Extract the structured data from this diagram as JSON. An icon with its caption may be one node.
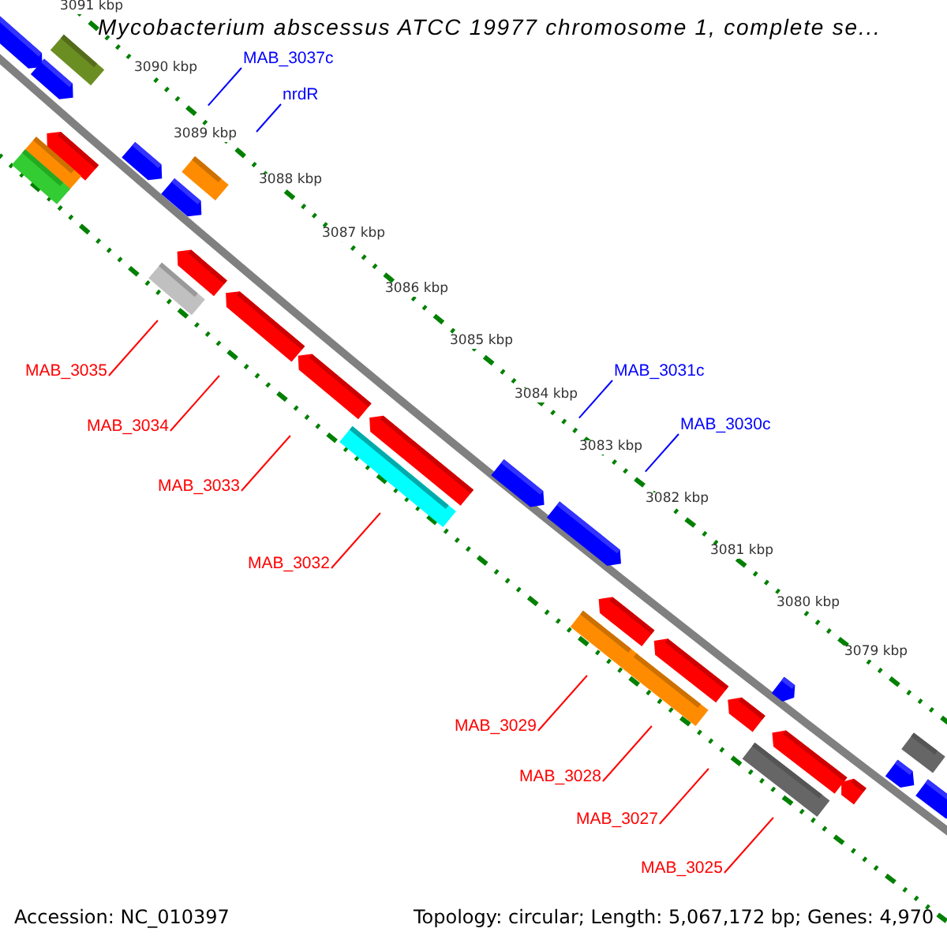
{
  "diagram": {
    "title": "Mycobacterium abscessus ATCC 19977 chromosome 1, complete se...",
    "nodes": [
      {
        "text": [
          "MAB_3037c"
        ]
      },
      {
        "text": [
          "nrdR"
        ]
      },
      {
        "text": [
          "MAB_3035"
        ]
      },
      {
        "text": [
          "MAB_3031c"
        ]
      },
      {
        "text": [
          "MAB_3030c"
        ]
      },
      {
        "text": [
          "MAB_3034"
        ]
      },
      {
        "text": [
          "MAB_3033"
        ]
      },
      {
        "text": [
          "MAB_3032"
        ]
      },
      {
        "text": [
          "MAB_3029"
        ]
      },
      {
        "text": [
          "MAB_3028"
        ]
      },
      {
        "text": [
          "MAB_3027"
        ]
      },
      {
        "text": [
          "MAB_3025"
        ]
      }
    ],
    "edges": [
      {
        "from": 0,
        "to": null,
        "arrow": "none",
        "color": "#0000ff"
      },
      {
        "from": 1,
        "to": null,
        "arrow": "none",
        "color": "#0000ff"
      },
      {
        "from": 2,
        "to": null,
        "arrow": "none"
      },
      {
        "from": 3,
        "to": null,
        "arrow": "none",
        "color": "#0000ff"
      },
      {
        "from": 4,
        "to": null,
        "arrow": "none",
        "color": "#0000ff"
      },
      {
        "from": 5,
        "to": null,
        "arrow": "none"
      },
      {
        "from": 6,
        "to": null,
        "arrow": "none"
      },
      {
        "from": 7,
        "to": null,
        "arrow": "none"
      },
      {
        "from": 8,
        "to": null,
        "arrow": "none"
      },
      {
        "from": 9,
        "to": null,
        "arrow": "none"
      },
      {
        "from": 10,
        "to": null,
        "arrow": "none"
      },
      {
        "from": 11,
        "to": null,
        "arrow": "none"
      }
    ],
    "labels": [
      "3091 kbp",
      "3090 kbp",
      "3089 kbp",
      "3088 kbp",
      "3087 kbp",
      "3086 kbp",
      "3085 kbp",
      "3084 kbp",
      "3083 kbp",
      "3082 kbp",
      "3081 kbp",
      "3080 kbp",
      "3079 kbp",
      "Accession: NC_010397",
      "Topology: circular; Length: 5,067,172 bp; Genes: 4,970"
    ]
  }
}
